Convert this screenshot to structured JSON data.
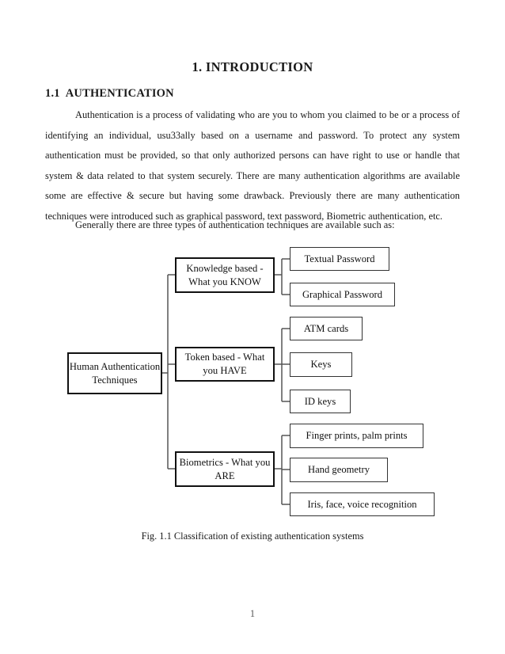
{
  "document": {
    "title": "1.  INTRODUCTION",
    "section": {
      "number": "1.1",
      "heading": "AUTHENTICATION"
    },
    "paragraphs": [
      "Authentication is a process of validating who are you to whom you claimed to be or a process of identifying an individual, usu33ally based on a username and password. To protect any system authentication must be provided, so that only authorized persons can have right to use or handle that system & data related to that system securely. There are many authentication algorithms are available some are effective & secure but having some drawback. Previously there are many authentication techniques were introduced such as graphical password, text password, Biometric authentication, etc.",
      "Generally there are three types of authentication techniques are available such as:"
    ],
    "figure": {
      "caption": "Fig. 1.1 Classification of existing authentication systems"
    },
    "page_number": "1"
  },
  "diagram": {
    "root": {
      "label": "Human Authentication Techniques"
    },
    "branches": [
      {
        "label": "Knowledge based - What you KNOW",
        "leaves": [
          {
            "label": "Textual Password"
          },
          {
            "label": "Graphical Password"
          }
        ]
      },
      {
        "label": "Token based - What you HAVE",
        "leaves": [
          {
            "label": "ATM cards"
          },
          {
            "label": "Keys"
          },
          {
            "label": "ID keys"
          }
        ]
      },
      {
        "label": "Biometrics - What you ARE",
        "leaves": [
          {
            "label": "Finger prints, palm prints"
          },
          {
            "label": "Hand geometry"
          },
          {
            "label": "Iris, face, voice recognition"
          }
        ]
      }
    ],
    "colors": {
      "primary_border": "#111111",
      "secondary_border": "#333333",
      "connector": "#555555",
      "background": "#ffffff"
    }
  }
}
